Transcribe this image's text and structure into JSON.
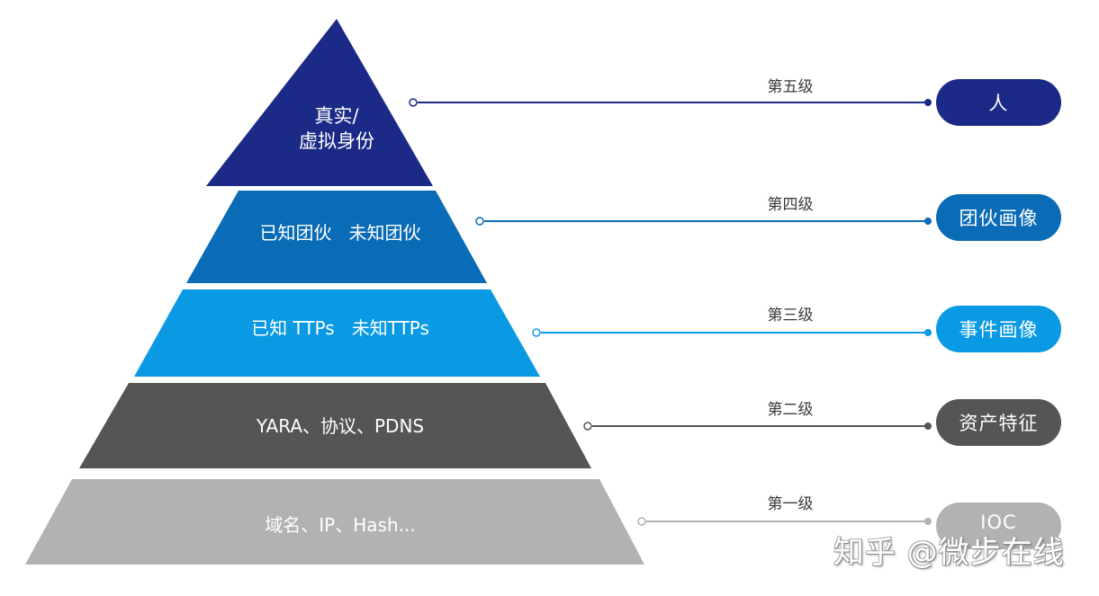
{
  "diagram": {
    "title": "",
    "levels": [
      {
        "level_label": "第五级",
        "tier_text": "真实/\n虚拟身份",
        "pill_label": "人",
        "color": "#1c2a87"
      },
      {
        "level_label": "第四级",
        "tier_text": "已知团伙   未知团伙",
        "pill_label": "团伙画像",
        "color": "#0a6bb6"
      },
      {
        "level_label": "第三级",
        "tier_text": "已知 TTPs   未知TTPs",
        "pill_label": "事件画像",
        "color": "#0a9ae3"
      },
      {
        "level_label": "第二级",
        "tier_text": "YARA、协议、PDNS",
        "pill_label": "资产特征",
        "color": "#555556"
      },
      {
        "level_label": "第一级",
        "tier_text": "域名、IP、Hash...",
        "pill_label": "IOC",
        "color": "#b2b2b2"
      }
    ]
  },
  "watermark": {
    "text": "知乎 @微步在线"
  }
}
